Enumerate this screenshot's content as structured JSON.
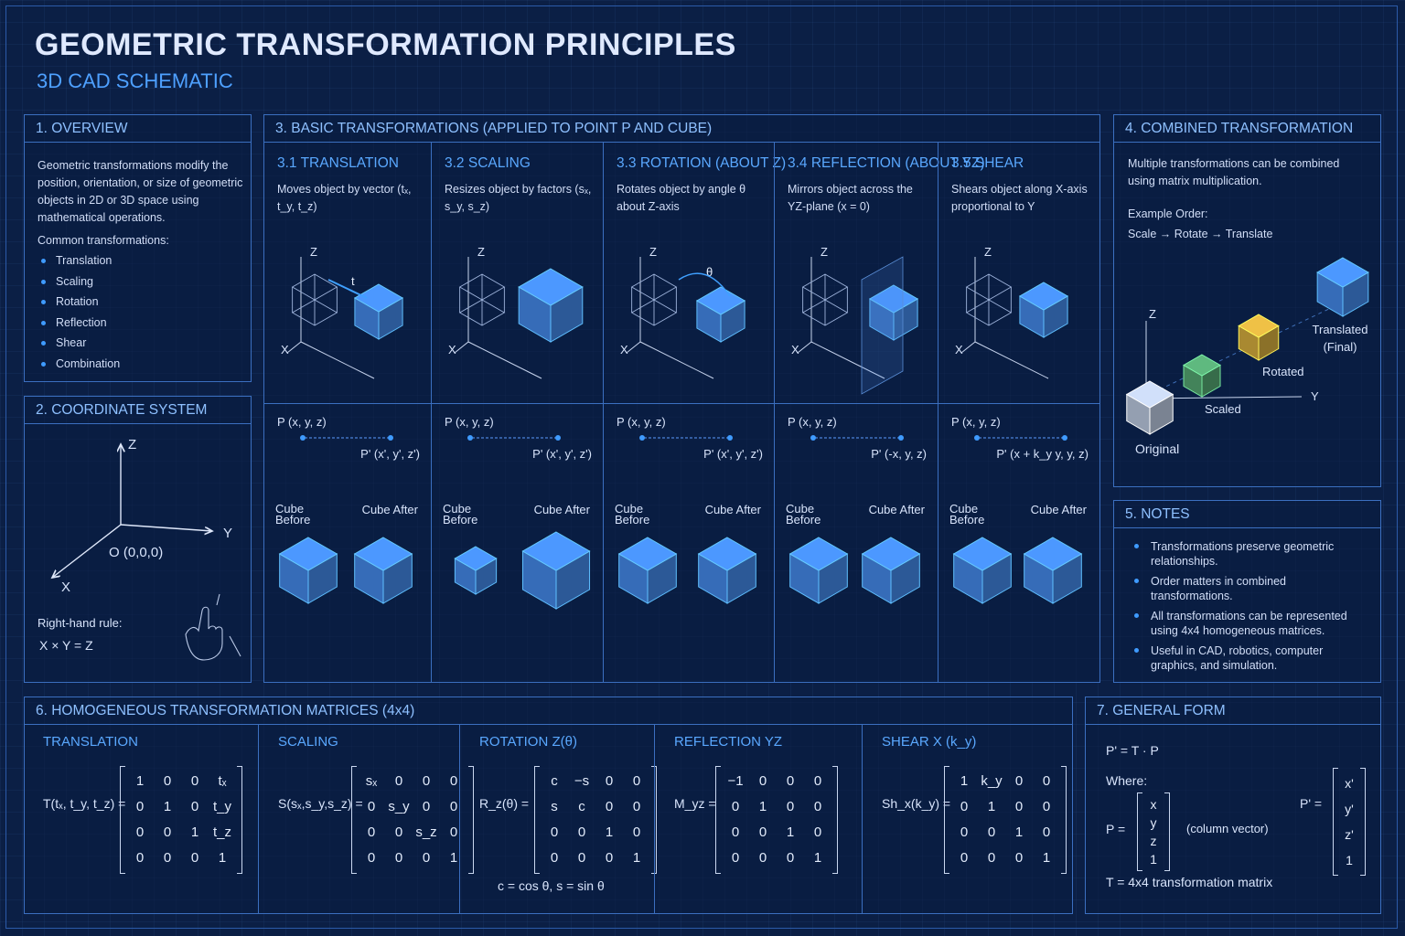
{
  "header": {
    "title": "GEOMETRIC TRANSFORMATION PRINCIPLES",
    "subtitle": "3D CAD SCHEMATIC"
  },
  "overview": {
    "heading": "1. OVERVIEW",
    "text": "Geometric transformations modify the position, orientation, or size of geometric objects in 2D or 3D space using mathematical operations.",
    "list_intro": "Common transformations:",
    "items": [
      "Translation",
      "Scaling",
      "Rotation",
      "Reflection",
      "Shear",
      "Combination"
    ]
  },
  "coordinate_system": {
    "heading": "2. COORDINATE SYSTEM",
    "axis_z": "Z",
    "axis_y": "Y",
    "axis_x": "X",
    "origin": "O (0,0,0)",
    "rule_label": "Right-hand rule:",
    "rule_formula": "X × Y = Z"
  },
  "basic": {
    "heading": "3. BASIC TRANSFORMATIONS (APPLIED TO POINT P AND CUBE)",
    "point_label": "P (x, y, z)",
    "before_label": "Cube Before",
    "after_label": "Cube After",
    "axis_z": "Z",
    "axis_x": "X",
    "sections": [
      {
        "title": "3.1 TRANSLATION",
        "desc": "Moves object by vector (tₓ, t_y, t_z)",
        "vector_label": "t",
        "result": "P' (x', y', z')"
      },
      {
        "title": "3.2 SCALING",
        "desc": "Resizes object by factors (sₓ, s_y, s_z)",
        "vector_label": "",
        "result": "P' (x', y', z')"
      },
      {
        "title": "3.3 ROTATION (ABOUT Z)",
        "desc": "Rotates object by angle θ about Z-axis",
        "vector_label": "θ",
        "result": "P' (x', y', z')"
      },
      {
        "title": "3.4 REFLECTION (ABOUT YZ)",
        "desc": "Mirrors object across the YZ-plane (x = 0)",
        "vector_label": "",
        "result": "P' (-x, y, z)"
      },
      {
        "title": "3.5 SHEAR",
        "desc": "Shears object along X-axis proportional to Y",
        "vector_label": "",
        "result": "P' (x + k_y y, y, z)"
      }
    ]
  },
  "combined": {
    "heading": "4. COMBINED TRANSFORMATION",
    "text": "Multiple transformations can be combined using matrix multiplication.",
    "example_label": "Example Order:",
    "order": "Scale → Rotate → Translate",
    "original": "Original",
    "scaled": "Scaled",
    "rotated": "Rotated",
    "translated": "Translated (Final)",
    "axis_z": "Z",
    "axis_y": "Y",
    "colors": {
      "original": "#aebbd0",
      "scaled": "#4f9a6a",
      "rotated": "#c7a13a",
      "translated": "#3f7fd8"
    }
  },
  "notes": {
    "heading": "5. NOTES",
    "items": [
      "Transformations preserve geometric relationships.",
      "Order matters in combined transformations.",
      "All transformations can be represented using 4x4 homogeneous matrices.",
      "Useful in CAD, robotics, computer graphics, and simulation."
    ]
  },
  "matrices": {
    "heading": "6. HOMOGENEOUS TRANSFORMATION MATRICES (4x4)",
    "footnote": "c = cos θ, s = sin θ",
    "items": [
      {
        "title": "TRANSLATION",
        "label": "T(tₓ, t_y, t_z) =",
        "rows": [
          [
            "1",
            "0",
            "0",
            "tₓ"
          ],
          [
            "0",
            "1",
            "0",
            "t_y"
          ],
          [
            "0",
            "0",
            "1",
            "t_z"
          ],
          [
            "0",
            "0",
            "0",
            "1"
          ]
        ]
      },
      {
        "title": "SCALING",
        "label": "S(sₓ,s_y,s_z) =",
        "rows": [
          [
            "sₓ",
            "0",
            "0",
            "0"
          ],
          [
            "0",
            "s_y",
            "0",
            "0"
          ],
          [
            "0",
            "0",
            "s_z",
            "0"
          ],
          [
            "0",
            "0",
            "0",
            "1"
          ]
        ]
      },
      {
        "title": "ROTATION Z(θ)",
        "label": "R_z(θ) =",
        "rows": [
          [
            "c",
            "−s",
            "0",
            "0"
          ],
          [
            "s",
            "c",
            "0",
            "0"
          ],
          [
            "0",
            "0",
            "1",
            "0"
          ],
          [
            "0",
            "0",
            "0",
            "1"
          ]
        ]
      },
      {
        "title": "REFLECTION YZ",
        "label": "M_yz =",
        "rows": [
          [
            "−1",
            "0",
            "0",
            "0"
          ],
          [
            "0",
            "1",
            "0",
            "0"
          ],
          [
            "0",
            "0",
            "1",
            "0"
          ],
          [
            "0",
            "0",
            "0",
            "1"
          ]
        ]
      },
      {
        "title": "SHEAR X (k_y)",
        "label": "Sh_x(k_y) =",
        "rows": [
          [
            "1",
            "k_y",
            "0",
            "0"
          ],
          [
            "0",
            "1",
            "0",
            "0"
          ],
          [
            "0",
            "0",
            "1",
            "0"
          ],
          [
            "0",
            "0",
            "0",
            "1"
          ]
        ]
      }
    ]
  },
  "general": {
    "heading": "7. GENERAL FORM",
    "equation": "P' = T · P",
    "where": "Where:",
    "p_label": "P =",
    "p_vec": [
      "x",
      "y",
      "z",
      "1"
    ],
    "p_note": "(column vector)",
    "pp_label": "P' =",
    "pp_vec": [
      "x'",
      "y'",
      "z'",
      "1"
    ],
    "t_def": "T  =  4x4 transformation matrix"
  },
  "colors": {
    "accent": "#5aa8ff",
    "border": "#3b6fc0",
    "cube": "#3f7fd8",
    "background": "#0b1f45"
  }
}
